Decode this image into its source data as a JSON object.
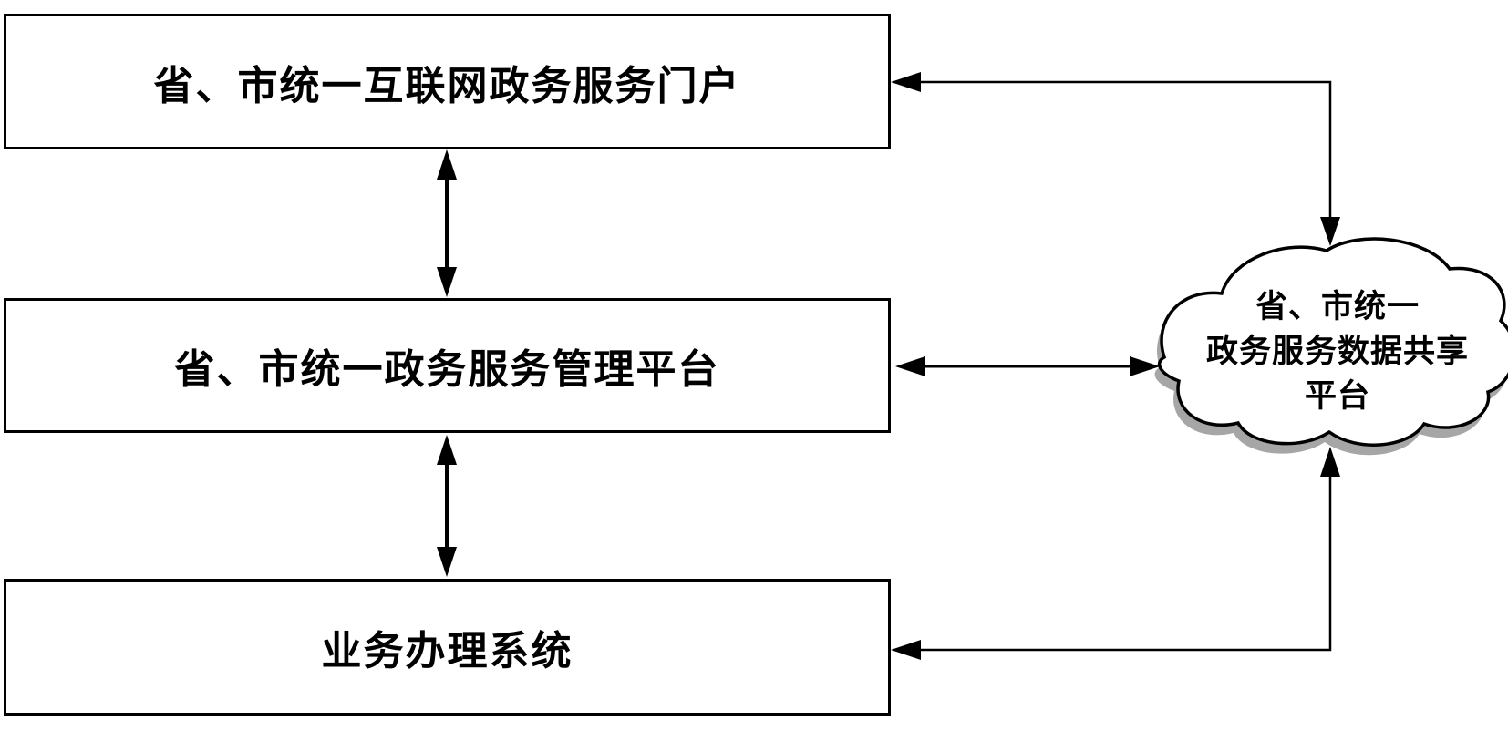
{
  "diagram": {
    "boxes": [
      {
        "id": "internet-portal",
        "label": "省、市统一互联网政务服务门户"
      },
      {
        "id": "management-platform",
        "label": "省、市统一政务服务管理平台"
      },
      {
        "id": "business-system",
        "label": "业务办理系统"
      }
    ],
    "cloud": {
      "label": "省、市统一\n政务服务数据共享\n平台"
    },
    "connectors": [
      {
        "id": "portal-platform",
        "type": "vertical-double-arrow"
      },
      {
        "id": "platform-business",
        "type": "vertical-double-arrow"
      },
      {
        "id": "platform-cloud",
        "type": "horizontal-double-arrow"
      },
      {
        "id": "cloud-portal",
        "type": "elbow-double-arrow"
      },
      {
        "id": "cloud-business",
        "type": "elbow-double-arrow"
      }
    ],
    "colors": {
      "line": "#000000",
      "box_fill": "#ffffff",
      "cloud_fill": "#ffffff",
      "shadow": "#a6a6a6",
      "background": "#ffffff"
    }
  }
}
